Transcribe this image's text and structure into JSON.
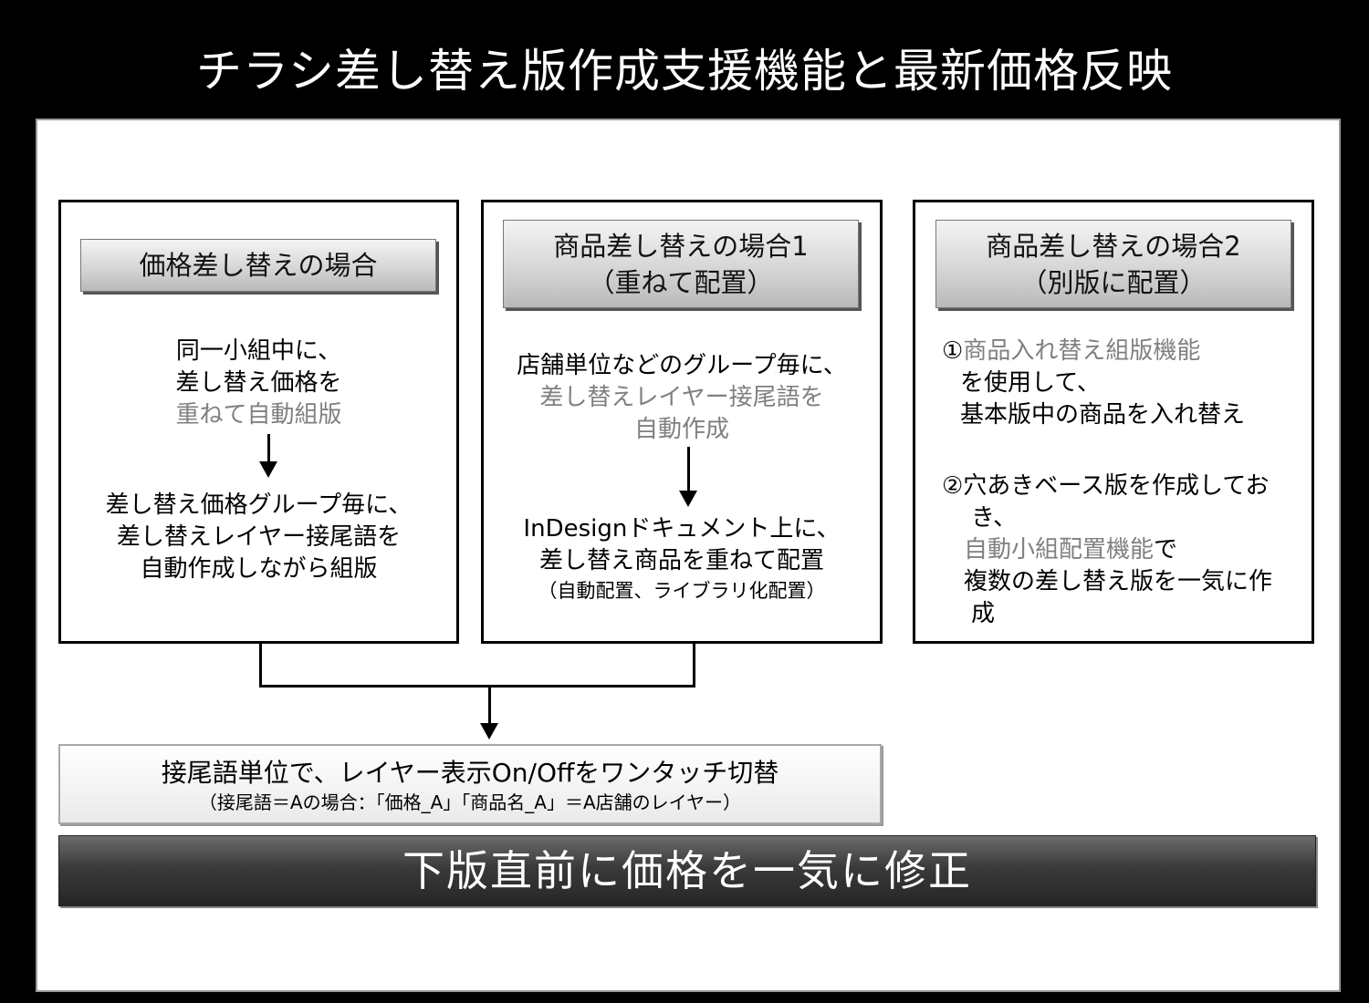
{
  "title": "チラシ差し替え版作成支援機能と最新価格反映",
  "box1": {
    "header": "価格差し替えの場合",
    "line1": "同一小組中に、",
    "line2": "差し替え価格を",
    "line3": "重ねて自動組版",
    "line4": "差し替え価格グループ毎に、",
    "line5": "差し替えレイヤー接尾語を",
    "line6": "自動作成しながら組版"
  },
  "box2": {
    "header1": "商品差し替えの場合1",
    "header2": "（重ねて配置）",
    "line1": "店舗単位などのグループ毎に、",
    "line2": "差し替えレイヤー接尾語を",
    "line3": "自動作成",
    "line4": "InDesignドキュメント上に、",
    "line5": "差し替え商品を重ねて配置",
    "line6": "（自動配置、ライブラリ化配置）"
  },
  "box3": {
    "header1": "商品差し替えの場合2",
    "header2": "（別版に配置）",
    "item1_num": "①",
    "item1_gray": "商品入れ替え組版機能",
    "item1_line2": "を使用して、",
    "item1_line3": "基本版中の商品を入れ替え",
    "item2_line1": "②穴あきベース版を作成してお",
    "item2_line2": "き、",
    "item2_gray": "自動小組配置機能",
    "item2_gray_suffix": "で",
    "item2_line4": "複数の差し替え版を一気に作",
    "item2_line5": "成"
  },
  "bottom": {
    "main": "接尾語単位で、レイヤー表示On/Offをワンタッチ切替",
    "sub": "（接尾語＝Aの場合：「価格_A」「商品名_A」＝A店舗のレイヤー）"
  },
  "banner": "下版直前に価格を一気に修正"
}
